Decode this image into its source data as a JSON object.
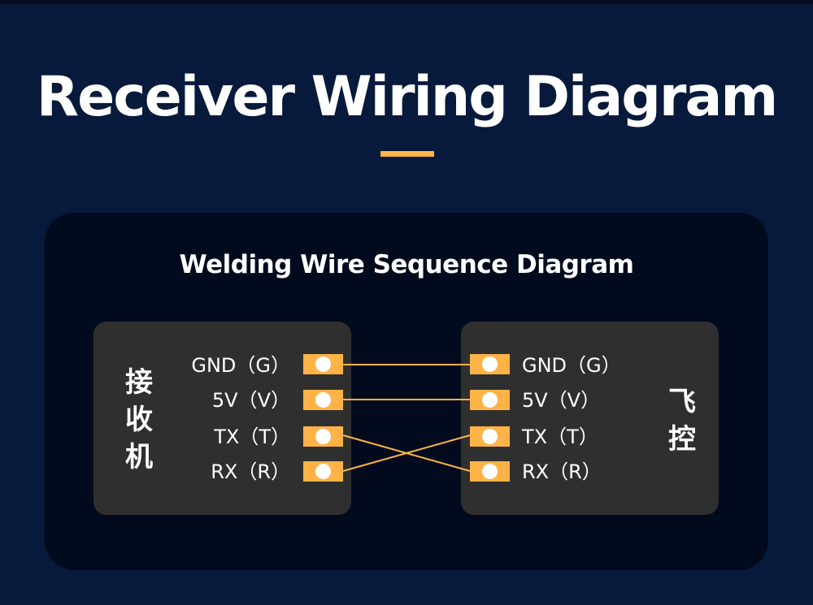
{
  "title": "Receiver Wiring Diagram",
  "subtitle": "Welding Wire Sequence Diagram",
  "colors": {
    "accent": "#ffb347",
    "background": "#071a3b",
    "panel": "#020b1d",
    "board": "#2f2f2f",
    "wire": "#ffb347"
  },
  "left_board": {
    "label": "接收机",
    "label_chars": [
      "接",
      "收",
      "机"
    ],
    "pins": [
      "GND（G）",
      "5V（V）",
      "TX（T）",
      "RX（R）"
    ]
  },
  "right_board": {
    "label": "飞控",
    "label_chars": [
      "飞",
      "控"
    ],
    "pins": [
      "GND（G）",
      "5V（V）",
      "TX（T）",
      "RX（R）"
    ]
  },
  "connections": [
    {
      "from": "GND（G）",
      "to": "GND（G）"
    },
    {
      "from": "5V（V）",
      "to": "5V（V）"
    },
    {
      "from": "TX（T）",
      "to": "RX（R）"
    },
    {
      "from": "RX（R）",
      "to": "TX（T）"
    }
  ]
}
